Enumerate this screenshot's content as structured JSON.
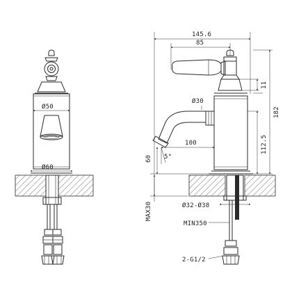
{
  "labels": {
    "d50": "Ø50",
    "d60": "Ø60",
    "w145": "145.6",
    "w85": "85",
    "d30": "Ø30",
    "h11": "11",
    "h112": "112.5",
    "h182": "182",
    "h60": "60",
    "angle": "5°",
    "w100": "100",
    "max30": "MAX30",
    "d32_38": "Ø32-Ø38",
    "min350": "MIN350",
    "thread": "2-G1/2"
  }
}
